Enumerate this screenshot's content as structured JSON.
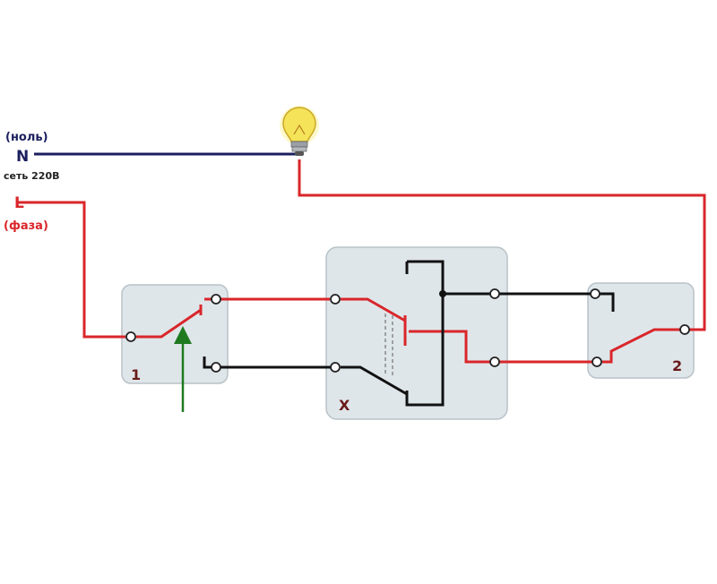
{
  "supply": {
    "neutral_note": "(ноль)",
    "neutral_letter": "N",
    "network": "сеть 220В",
    "phase_letter": "L",
    "phase_note": "(фаза)"
  },
  "switches": {
    "first_label": "1",
    "cross_label": "X",
    "second_label": "2"
  },
  "colors": {
    "phase_wire": "#d9262a",
    "neutral_wire": "#1b1f5e",
    "traveler_wire": "#111111",
    "switch_box": "#dfe6ea",
    "switch_border": "#b8c2c8",
    "arrow": "#1f7a1f",
    "bulb": "#f5e35a"
  },
  "icons": {
    "lamp": "light-bulb-icon",
    "pointer": "up-arrow-icon"
  }
}
